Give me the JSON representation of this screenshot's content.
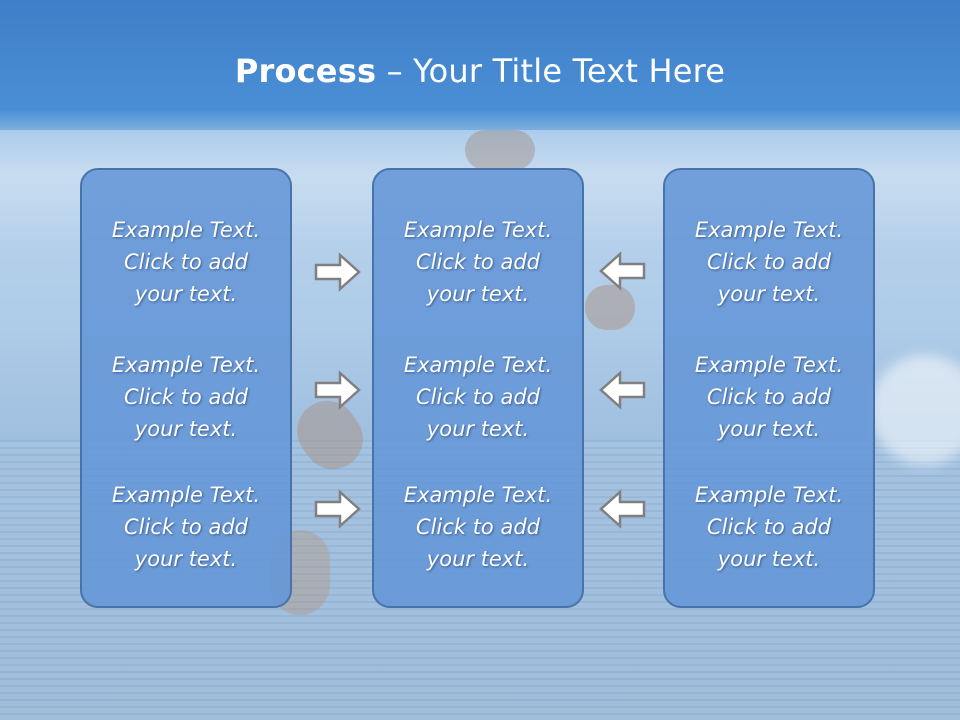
{
  "title": {
    "bold": "Process",
    "rest": " – Your Title Text Here"
  },
  "columns": [
    {
      "items": [
        "Example Text.\nClick  to add\nyour text.",
        "Example Text.\nClick  to add\nyour text.",
        "Example Text.\nClick  to add\nyour text."
      ]
    },
    {
      "items": [
        "Example Text.\nClick  to add\nyour text.",
        "Example Text.\nClick  to add\nyour text.",
        "Example Text.\nClick  to add\nyour text."
      ]
    },
    {
      "items": [
        "Example Text.\nClick  to add\nyour text.",
        "Example Text.\nClick  to add\nyour text.",
        "Example Text.\nClick  to add\nyour text."
      ]
    }
  ],
  "icons": {
    "left_arrows": "arrow-right-icon",
    "right_arrows": "arrow-left-icon"
  },
  "colors": {
    "box_fill": "#6496d7",
    "box_border": "#4873aa",
    "arrow_fill": "#ffffff",
    "arrow_stroke": "#808080",
    "title_text": "#ffffff"
  }
}
